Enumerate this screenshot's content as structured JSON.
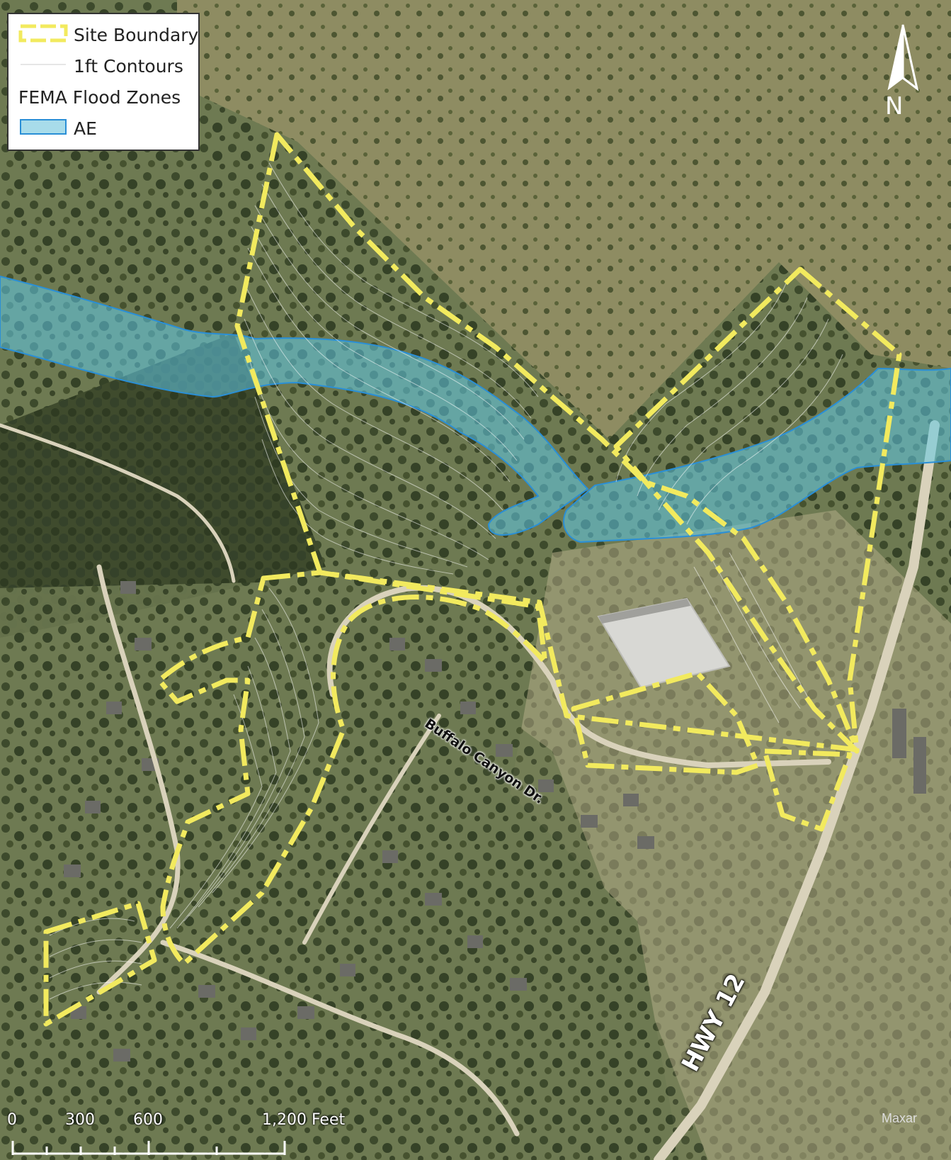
{
  "legend": {
    "site_boundary": "Site Boundary",
    "contours": "1ft Contours",
    "flood_zones_heading": "FEMA Flood Zones",
    "flood_zone_ae": "AE"
  },
  "north_arrow": {
    "label": "N"
  },
  "roads": {
    "buffalo_canyon": "Buffalo Canyon Dr.",
    "hwy_12": "HWY 12"
  },
  "scale_bar": {
    "labels": [
      "0",
      "300",
      "600",
      "1,200 Feet"
    ]
  },
  "attribution": "Maxar",
  "colors": {
    "site_boundary": "#f2ea5e",
    "flood_zone_fill": "#5fc9e6",
    "flood_zone_outline": "#2a8fd6",
    "contour": "#ffffff"
  }
}
